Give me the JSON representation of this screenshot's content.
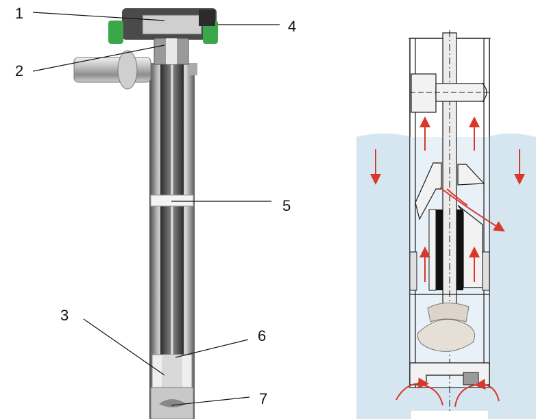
{
  "callouts": [
    {
      "id": "1",
      "text": "1"
    },
    {
      "id": "2",
      "text": "2"
    },
    {
      "id": "3",
      "text": "3"
    },
    {
      "id": "4",
      "text": "4"
    },
    {
      "id": "5",
      "text": "5"
    },
    {
      "id": "6",
      "text": "6"
    },
    {
      "id": "7",
      "text": "7"
    }
  ],
  "colors": {
    "water": "#d6e6f1",
    "arrow": "#d8382b",
    "steel_dark": "#5a5a5a",
    "steel_light": "#e8e8e8",
    "green_clamp": "#3aa84a",
    "outline": "#1a1a1a"
  },
  "icons": {
    "clamp": "green-clamp-icon",
    "impeller": "impeller-icon",
    "flow_arrow": "flow-arrow-icon"
  }
}
